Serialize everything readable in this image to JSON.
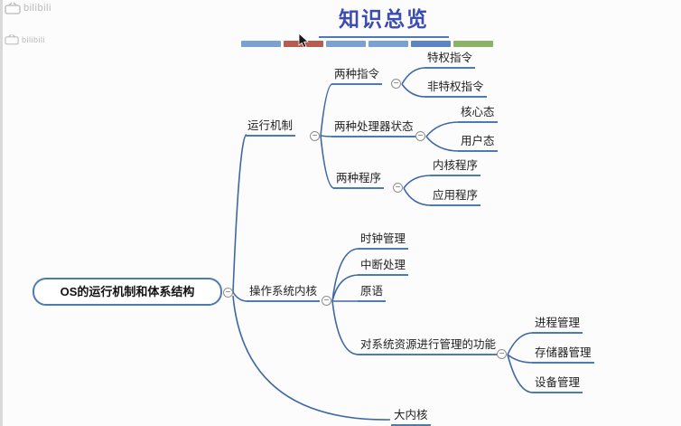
{
  "title": "知识总览",
  "watermark": {
    "text": "bilibili"
  },
  "palette": [
    "#7ba1d4",
    "#b65c50",
    "#7ba1d4",
    "#7ba1d4",
    "#5b84c4",
    "#8bb266"
  ],
  "colors": {
    "line": "#3f68a5",
    "underline": "#4c7bb4",
    "title_text": "#3a4cb1",
    "root_border": "#4c7bb4",
    "node_text": "#222222"
  },
  "toggle_symbol": "−",
  "mindmap": {
    "root": "OS的运行机制和体系结构",
    "running_mechanism": "运行机制",
    "two_instructions": "两种指令",
    "privileged_instruction": "特权指令",
    "non_privileged_instruction": "非特权指令",
    "two_processor_states": "两种处理器状态",
    "kernel_mode": "核心态",
    "user_mode": "用户态",
    "two_programs": "两种程序",
    "kernel_program": "内核程序",
    "application_program": "应用程序",
    "os_kernel": "操作系统内核",
    "clock_management": "时钟管理",
    "interrupt_handling": "中断处理",
    "primitive": "原语",
    "resource_management_functions": "对系统资源进行管理的功能",
    "process_management": "进程管理",
    "memory_management": "存储器管理",
    "device_management": "设备管理",
    "monolithic_kernel": "大内核"
  }
}
